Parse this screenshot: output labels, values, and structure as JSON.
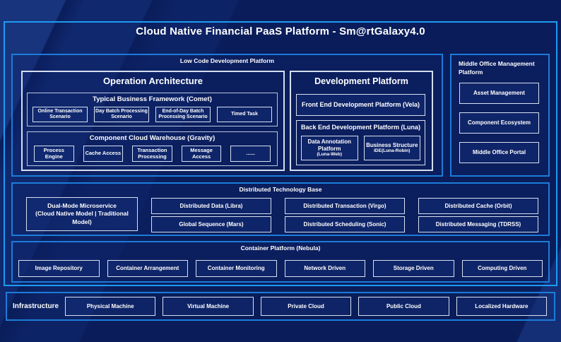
{
  "title": "Cloud Native Financial PaaS Platform - Sm@rtGalaxy4.0",
  "colors": {
    "background": "#0A1D5A",
    "outer_border": "#1E9BF2",
    "section_border": "#1C7CD8",
    "box_border": "#D6E0F0",
    "text": "#FFFFFF"
  },
  "low_code": {
    "label": "Low Code Development Platform",
    "operation_architecture": {
      "title": "Operation Architecture",
      "typical_business": {
        "title": "Typical Business Framework (Comet)",
        "items": [
          "Online Transaction Scenario",
          "Day Batch Processing Scenario",
          "End-of-Day Batch Processing Scenario",
          "Timed Task"
        ]
      },
      "component_cloud": {
        "title": "Component Cloud Warehouse (Gravity)",
        "items": [
          "Process Engine",
          "Cache Access",
          "Transaction Processing",
          "Message Access",
          "......"
        ]
      }
    },
    "development_platform": {
      "title": "Development Platform",
      "front_end": "Front End Development Platform (Vela)",
      "back_end": {
        "title": "Back End Development Platform (Luna)",
        "items": [
          {
            "name": "Data Annotation Platform",
            "sub": "(Luna-Web)"
          },
          {
            "name": "Business Structure",
            "sub": "IDE(Luna-Robin)"
          }
        ]
      }
    }
  },
  "middle_office": {
    "label": "Middle Office Management Platform",
    "items": [
      "Asset Management",
      "Component Ecosystem",
      "Middle Office Portal"
    ]
  },
  "distributed": {
    "label": "Distributed Technology Base",
    "dual_mode": {
      "title": "Dual-Mode Microservice",
      "subtitle": "(Cloud Native Model | Traditional Model)"
    },
    "grid": [
      "Distributed Data (Libra)",
      "Distributed Transaction (Virgo)",
      "Distributed Cache (Orbit)",
      "Global Sequence (Mars)",
      "Distributed Scheduling (Sonic)",
      "Distributed Messaging (TDRSS)"
    ]
  },
  "container_platform": {
    "label": "Container Platform (Nebula)",
    "items": [
      "Image Repository",
      "Container Arrangement",
      "Container Monitoring",
      "Network Driven",
      "Storage Driven",
      "Computing Driven"
    ]
  },
  "infrastructure": {
    "label": "Infrastructure",
    "items": [
      "Physical Machine",
      "Virtual Machine",
      "Private Cloud",
      "Public Cloud",
      "Localized Hardware"
    ]
  }
}
